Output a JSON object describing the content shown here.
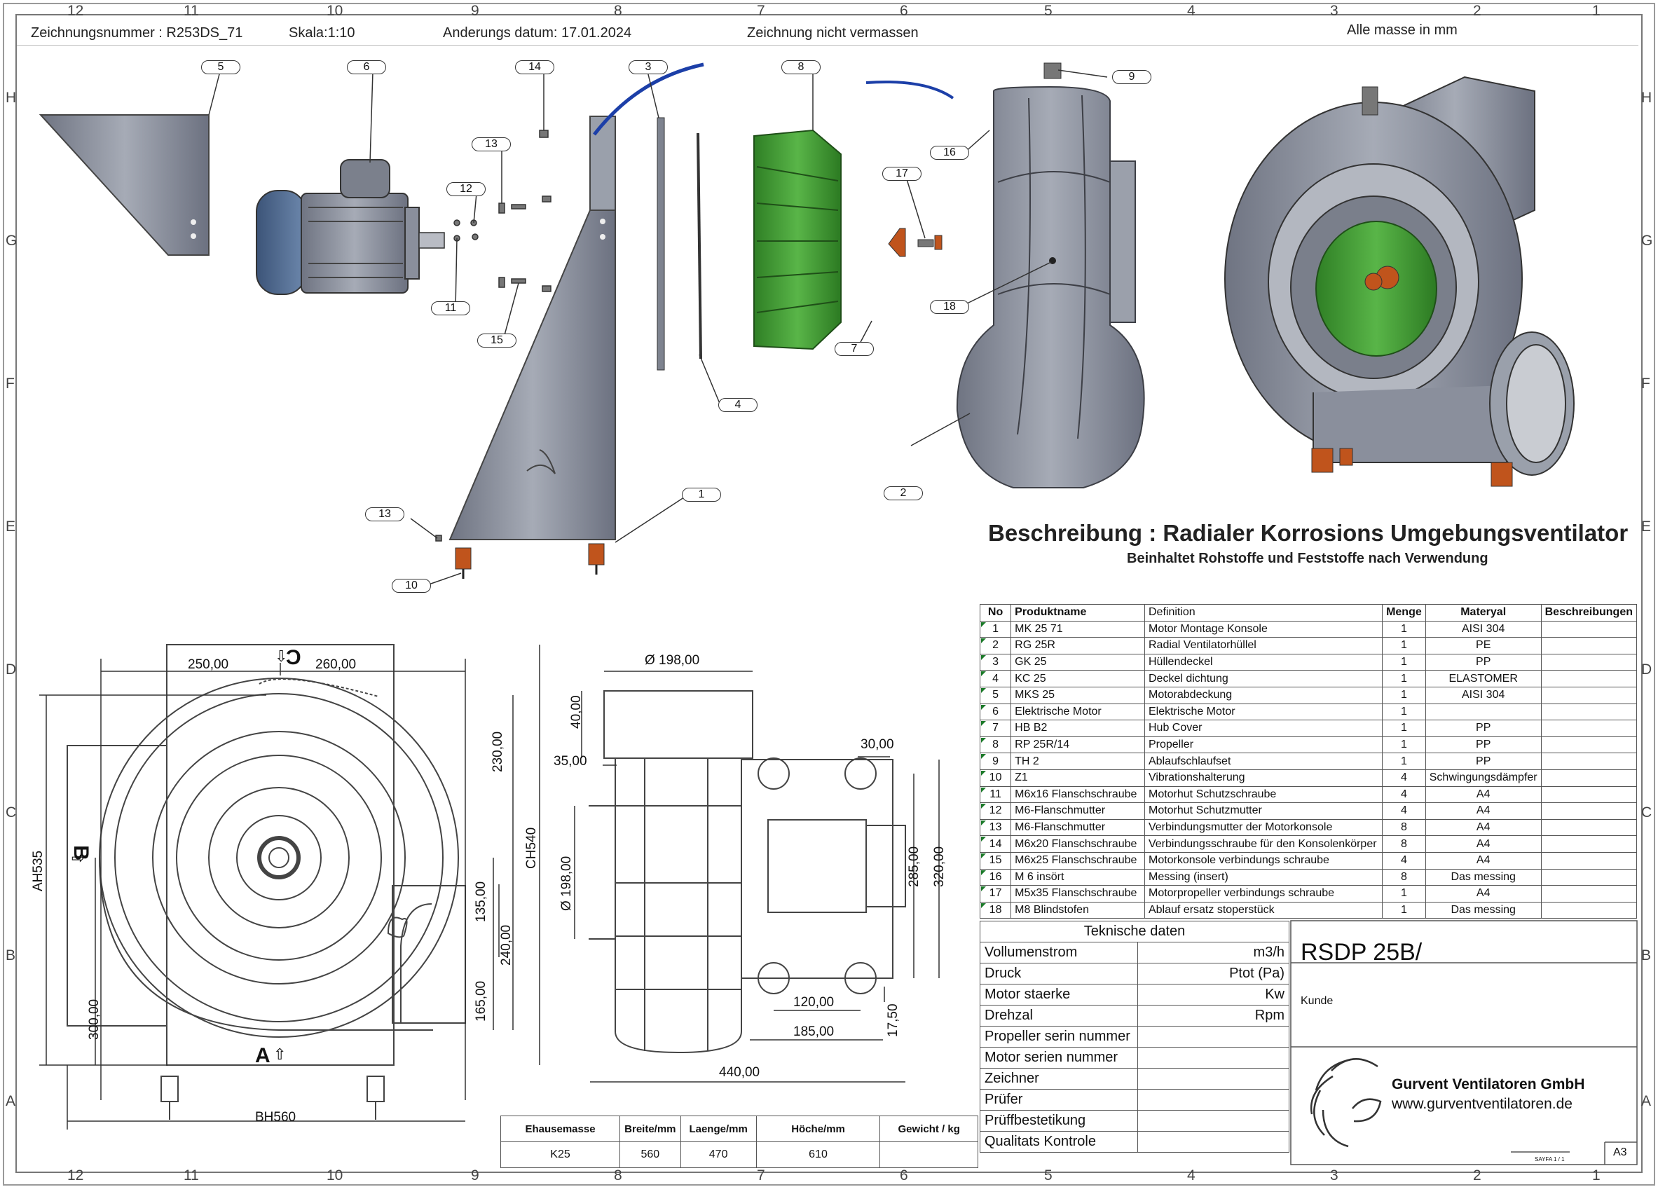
{
  "header": {
    "drawing_number": "Zeichnungsnummer  : R253DS_71",
    "scale": "Skala:1:10",
    "change_date": "Anderungs datum: 17.01.2024",
    "do_not_measure": "Zeichnung nicht vermassen",
    "units_note": "Alle masse in mm"
  },
  "zones": {
    "columns": [
      "12",
      "11",
      "10",
      "9",
      "8",
      "7",
      "6",
      "5",
      "4",
      "3",
      "2",
      "1"
    ],
    "rows": [
      "H",
      "G",
      "F",
      "E",
      "D",
      "C",
      "B",
      "A"
    ]
  },
  "description": {
    "title": "Beschreibung : Radialer Korrosions Umgebungsventilator",
    "subtitle": "Beinhaltet Rohstoffe und Feststoffe nach Verwendung"
  },
  "balloons": [
    "5",
    "6",
    "14",
    "3",
    "8",
    "9",
    "13",
    "12",
    "16",
    "17",
    "11",
    "15",
    "18",
    "7",
    "4",
    "2",
    "1",
    "13",
    "10"
  ],
  "dimensions": {
    "front": [
      "250,00",
      "260,00",
      "230,00",
      "135,00",
      "240,00",
      "165,00",
      "300,00",
      "CH540",
      "AH535",
      "BH560"
    ],
    "front_views": [
      "C",
      "B",
      "A"
    ],
    "side": [
      "Ø 198,00",
      "40,00",
      "35,00",
      "30,00",
      "Ø 198,00",
      "285,00",
      "320,00",
      "120,00",
      "185,00",
      "17,50",
      "440,00"
    ]
  },
  "bom": {
    "headers": [
      "No",
      "Produktname",
      "Definition",
      "Menge",
      "Materyal",
      "Beschreibungen"
    ],
    "rows": [
      [
        "1",
        "MK 25 71",
        "Motor Montage Konsole",
        "1",
        "AISI 304",
        ""
      ],
      [
        "2",
        "RG 25R",
        "Radial Ventilatorhüllel",
        "1",
        "PE",
        ""
      ],
      [
        "3",
        "GK 25",
        "Hüllendeckel",
        "1",
        "PP",
        ""
      ],
      [
        "4",
        "KC 25",
        "Deckel dichtung",
        "1",
        "ELASTOMER",
        ""
      ],
      [
        "5",
        "MKS 25",
        "Motorabdeckung",
        "1",
        "AISI 304",
        ""
      ],
      [
        "6",
        "Elektrische Motor",
        "Elektrische Motor",
        "1",
        "",
        ""
      ],
      [
        "7",
        "HB B2",
        "Hub Cover",
        "1",
        "PP",
        ""
      ],
      [
        "8",
        "RP 25R/14",
        "Propeller",
        "1",
        "PP",
        ""
      ],
      [
        "9",
        "TH 2",
        "Ablaufschlaufset",
        "1",
        "PP",
        ""
      ],
      [
        "10",
        "Z1",
        "Vibrationshalterung",
        "4",
        "Schwingungsdämpfer",
        ""
      ],
      [
        "11",
        "M6x16 Flanschschraube",
        "Motorhut Schutzschraube",
        "4",
        "A4",
        ""
      ],
      [
        "12",
        "M6-Flanschmutter",
        "Motorhut Schutzmutter",
        "4",
        "A4",
        ""
      ],
      [
        "13",
        "M6-Flanschmutter",
        "Verbindungsmutter der Motorkonsole",
        "8",
        "A4",
        ""
      ],
      [
        "14",
        "M6x20 Flanschschraube",
        "Verbindungsschraube für den Konsolenkörper",
        "8",
        "A4",
        ""
      ],
      [
        "15",
        "M6x25 Flanschschraube",
        "Motorkonsole verbindungs schraube",
        "4",
        "A4",
        ""
      ],
      [
        "16",
        "M 6 insört",
        "Messing (insert)",
        "8",
        "Das messing",
        ""
      ],
      [
        "17",
        "M5x35 Flanschschraube",
        "Motorpropeller verbindungs schraube",
        "1",
        "A4",
        ""
      ],
      [
        "18",
        "M8 Blindstofen",
        "Ablauf ersatz stoperstück",
        "1",
        "Das messing",
        ""
      ]
    ]
  },
  "tech": {
    "title": "Teknische daten",
    "rows": [
      {
        "label": "Vollumenstrom",
        "unit": "m3/h"
      },
      {
        "label": "Druck",
        "unit": "Ptot (Pa)"
      },
      {
        "label": "Motor staerke",
        "unit": "Kw"
      },
      {
        "label": "Drehzal",
        "unit": "Rpm"
      },
      {
        "label": "Propeller serin nummer",
        "unit": ""
      },
      {
        "label": "Motor serien nummer",
        "unit": ""
      },
      {
        "label": "Zeichner",
        "unit": ""
      },
      {
        "label": "Prüfer",
        "unit": ""
      },
      {
        "label": "Prüffbestetikung",
        "unit": ""
      },
      {
        "label": "Qualitats Kontrole",
        "unit": ""
      }
    ]
  },
  "product": {
    "model": "RSDP 25B/",
    "customer_label": "Kunde",
    "company": "Gurvent Ventilatoren GmbH",
    "website": "www.gurventventilatoren.de",
    "sheet": "SAYFA 1 / 1",
    "format": "A3"
  },
  "dim_table": {
    "headers": [
      "Ehausemasse",
      "Breite/mm",
      "Laenge/mm",
      "Höche/mm",
      "Gewicht / kg"
    ],
    "row": [
      "K25",
      "560",
      "470",
      "610",
      ""
    ]
  },
  "colors": {
    "impeller_green": "#4aa63a",
    "housing_gray": "#8a8f9c",
    "foot_orange": "#c0541c",
    "hose_blue": "#1c3fa8",
    "accent_green": "#1c7a2a"
  }
}
